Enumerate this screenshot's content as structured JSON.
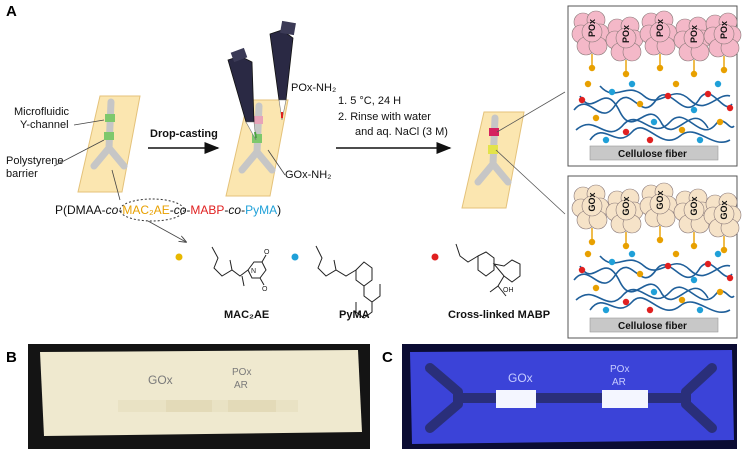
{
  "panels": {
    "a": {
      "letter": "A",
      "chip_labels": {
        "channel_line1": "Microfluidic",
        "channel_line2": "Y-channel",
        "barrier_line1": "Polystyrene",
        "barrier_line2": "barrier"
      },
      "step1_label": "Drop-casting",
      "reagents": {
        "top": "POx-NH₂",
        "bottom": "GOx-NH₂"
      },
      "steps": {
        "step1": "1.   5 °C, 24 H",
        "step2_line1": "2.   Rinse with water",
        "step2_line2": "and aq. NaCl (3 M)"
      },
      "polymer": {
        "p1": "P(DMAA-",
        "co1": "co",
        "dash1": "-",
        "mac": "MAC₂AE",
        "dash2": "-",
        "co2": "co",
        "dash3": "-",
        "mabp": "MABP",
        "dash4": "-",
        "co3": "co",
        "dash5": "-",
        "pyma": "PyMA",
        "close": ")"
      },
      "monomers": [
        "MAC₂AE",
        "PyMA",
        "Cross-linked MABP"
      ],
      "zoom_top": {
        "enzyme": "POx",
        "substrate": "Cellulose fiber"
      },
      "zoom_bottom": {
        "enzyme": "GOx",
        "substrate": "Cellulose fiber"
      },
      "colors": {
        "mac": "#e8a000",
        "mabp": "#e02020",
        "pyma": "#1fa0d8",
        "pox_blob": "#f4b8c8",
        "gox_blob": "#f6e3c8",
        "chain": "#1f5f9a"
      }
    },
    "b": {
      "letter": "B",
      "handwriting": {
        "left": "GOx",
        "right_line1": "POx",
        "right_line2": "AR"
      }
    },
    "c": {
      "letter": "C",
      "handwriting": {
        "left": "GOx",
        "right_line1": "POx",
        "right_line2": "AR"
      }
    }
  }
}
